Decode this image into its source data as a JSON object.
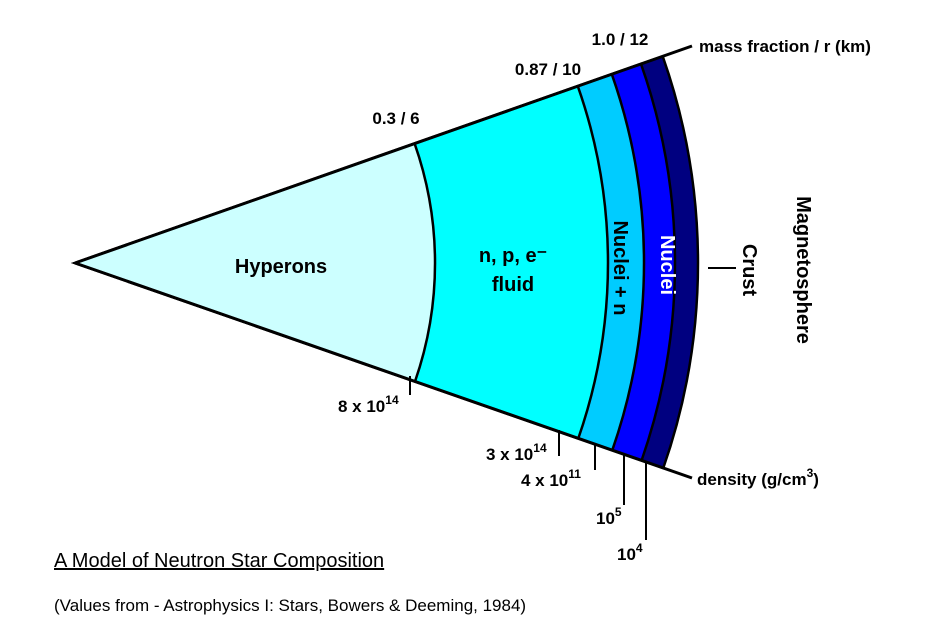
{
  "layers": [
    {
      "id": "hyperons",
      "label": "Hyperons",
      "color": "#ccffff"
    },
    {
      "id": "npe-fluid",
      "label_line1": "n, p, e⁻",
      "label_line2": "fluid",
      "color": "#00ffff"
    },
    {
      "id": "nuclei-n",
      "label": "Nuclei + n",
      "color": "#00ccff"
    },
    {
      "id": "nuclei",
      "label": "Nuclei",
      "color": "#0000ff"
    },
    {
      "id": "crust",
      "label": "Crust",
      "color": "#000080"
    }
  ],
  "outside_label": "Magnetosphere",
  "top_axis": {
    "title": "mass fraction / r (km)",
    "ticks": [
      "0.3 / 6",
      "0.87 / 10",
      "1.0 / 12"
    ]
  },
  "bottom_axis": {
    "title_main": "density (g/cm",
    "title_sup": "3",
    "title_end": ")",
    "ticks": [
      {
        "base": "8 x 10",
        "exp": "14"
      },
      {
        "base": "3 x 10",
        "exp": "14"
      },
      {
        "base": "4 x 10",
        "exp": "11"
      },
      {
        "base": "10",
        "exp": "5"
      },
      {
        "base": "10",
        "exp": "4"
      }
    ]
  },
  "title": "A Model of Neutron Star Composition",
  "source": "(Values from - Astrophysics I: Stars, Bowers & Deeming, 1984)"
}
